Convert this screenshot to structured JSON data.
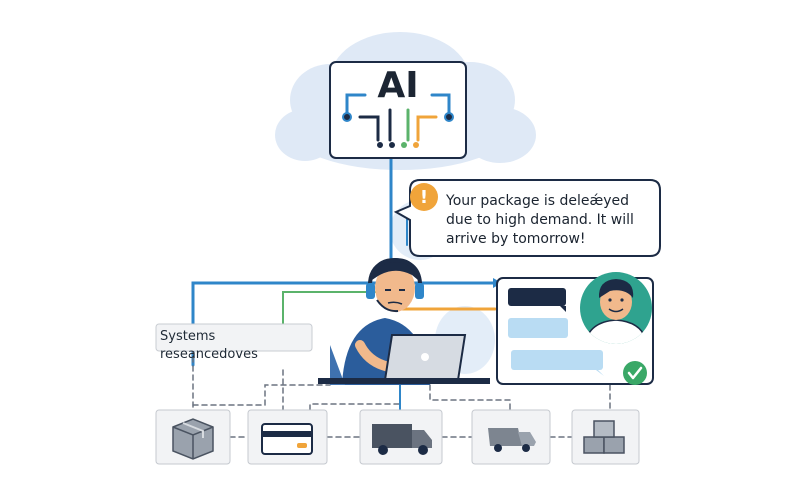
{
  "ai_box": {
    "label": "AI"
  },
  "message_bubble": {
    "alert_symbol": "!",
    "text": "Your package is deleǽyed due to high demand. It will arrive by tomorrow!"
  },
  "systems_box": {
    "label": "Systems reseancedoves"
  },
  "icons": [
    "cloud-icon",
    "chip-circuit-icon",
    "alert-icon",
    "agent-headset-icon",
    "laptop-icon",
    "chat-window-icon",
    "customer-avatar-icon",
    "checkmark-icon",
    "package-box-icon",
    "credit-card-icon",
    "delivery-truck-icon",
    "moving-truck-icon",
    "stacked-boxes-icon"
  ],
  "colors": {
    "blue_line": "#2f86c9",
    "orange_line": "#f0a43a",
    "green_line": "#5bb36b",
    "dark_navy": "#1c2b45",
    "teal_avatar_bg": "#2fa38f",
    "check_green": "#3aa867",
    "cloud": "#dfe9f6",
    "chat_light_blue": "#b9dcf3"
  }
}
